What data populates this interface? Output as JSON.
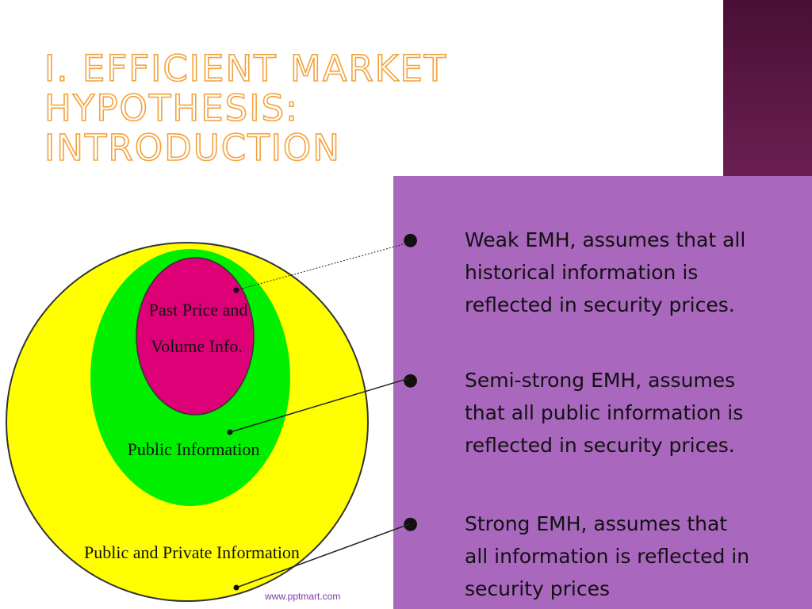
{
  "slide": {
    "title_line1": "I. Efficient Market Hypothesis:",
    "title_line2": "Introduction",
    "accent_color": "#a967bd",
    "title_color": "#f4a23a"
  },
  "diagram": {
    "outer_label": "Public and Private Information",
    "middle_label": "Public Information",
    "inner_label_line1": "Past Price and",
    "inner_label_line2": "Volume Info.",
    "outer_color": "#ffff00",
    "middle_color": "#00ee00",
    "inner_color": "#dd0077"
  },
  "bullets": [
    {
      "line1": "Weak EMH, assumes that all",
      "line2": "historical information is",
      "line3": "reflected in security prices."
    },
    {
      "line1": "Semi-strong EMH, assumes",
      "line2": "that all public information is",
      "line3": "reflected in security prices."
    },
    {
      "line1": "Strong EMH, assumes that",
      "line2": "all information is reflected in",
      "line3": "security prices"
    }
  ],
  "footer": {
    "url": "www.pptmart.com"
  }
}
